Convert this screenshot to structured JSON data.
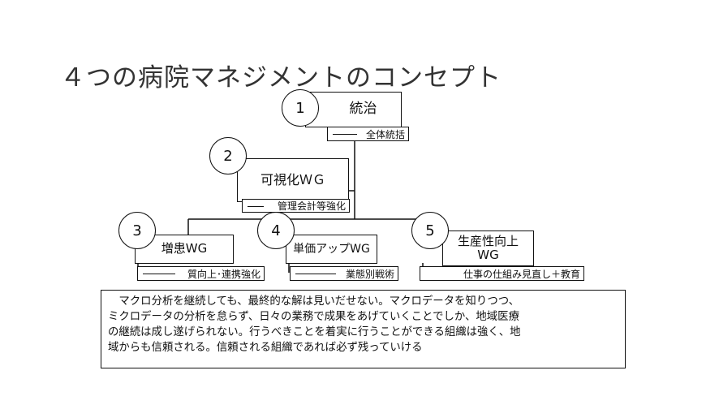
{
  "title": "４つの病院マネジメントのコンセプト",
  "nodes": [
    {
      "number": "1",
      "label": "統治",
      "sub": "全体統括"
    },
    {
      "number": "2",
      "label": "可視化ＷＧ",
      "sub": "管理会計等強化"
    },
    {
      "number": "3",
      "label": "増患WG",
      "sub": "質向上･連携強化"
    },
    {
      "number": "4",
      "label": "単価アップWG",
      "sub": "業態別戦術"
    },
    {
      "number": "5",
      "label_line1": "生産性向上",
      "label_line2": "WG",
      "sub": "仕事の仕組み見直し＋教育"
    }
  ],
  "description": [
    "　マクロ分析を継続しても、最終的な解は見いだせない。マクロデータを知りつつ、",
    "ミクロデータの分析を怠らず、日々の業務で成果をあげていくことでしか、地域医療",
    "の継続は成し遂げられない。行うべきことを着実に行うことができる組織は強く、地",
    "域からも信頼される。信頼される組織であれば必ず残っていける"
  ]
}
